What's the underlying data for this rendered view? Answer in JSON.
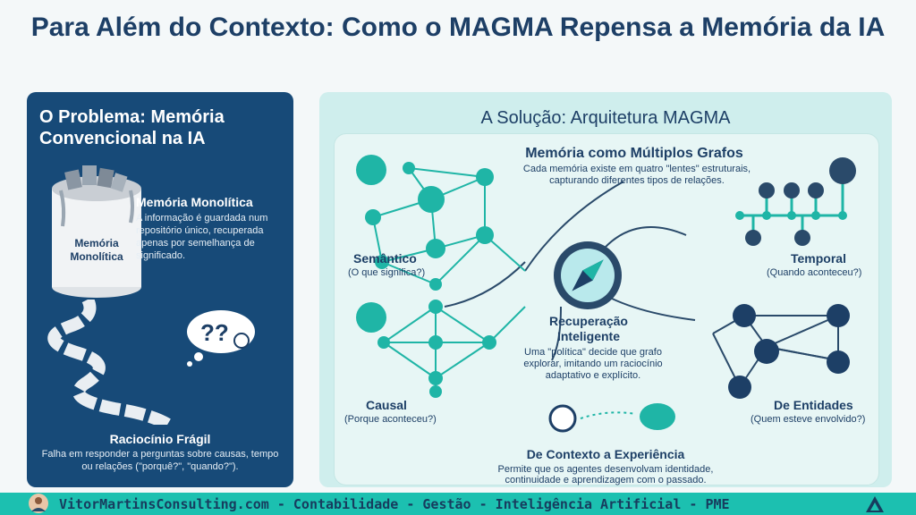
{
  "title": "Para Além do Contexto: Como o MAGMA Repensa a Memória da IA",
  "problem": {
    "heading": "O Problema: Memória Convencional na IA",
    "cylinder_label_1": "Memória",
    "cylinder_label_2": "Monolítica",
    "mono_title": "Memória Monolítica",
    "mono_desc": "A informação é guardada num repositório único, recuperada apenas por semelhança de significado.",
    "fragile_title": "Raciocínio Frágil",
    "fragile_desc": "Falha em responder a perguntas sobre causas, tempo ou relações (\"porquê?\", \"quando?\")."
  },
  "solution": {
    "heading": "A Solução: Arquitetura MAGMA",
    "graphs_title": "Memória como Múltiplos Grafos",
    "graphs_desc_1": "Cada memória existe em quatro \"lentes\" estruturais,",
    "graphs_desc_2": "capturando diferentes tipos de relações.",
    "semantic_title": "Semântico",
    "semantic_sub": "(O que significa?)",
    "temporal_title": "Temporal",
    "temporal_sub": "(Quando aconteceu?)",
    "causal_title": "Causal",
    "causal_sub": "(Porque aconteceu?)",
    "entities_title": "De Entidades",
    "entities_sub": "(Quem esteve envolvido?)",
    "retrieval_title_1": "Recuperação",
    "retrieval_title_2": "Inteligente",
    "retrieval_desc_1": "Uma \"política\" decide que grafo",
    "retrieval_desc_2": "explorar, imitando um raciocínio",
    "retrieval_desc_3": "adaptativo e explícito.",
    "experience_title": "De Contexto a Experiência",
    "experience_desc_1": "Permite que os agentes desenvolvam identidade,",
    "experience_desc_2": "continuidade e aprendizagem com o passado."
  },
  "footer": {
    "text": "VitorMartinsConsulting.com - Contabilidade - Gestão - Inteligência Artificial - PME"
  },
  "colors": {
    "navy": "#174a78",
    "teal": "#1cc0b0",
    "node": "#1fb5a6",
    "title": "#1d3f66"
  }
}
